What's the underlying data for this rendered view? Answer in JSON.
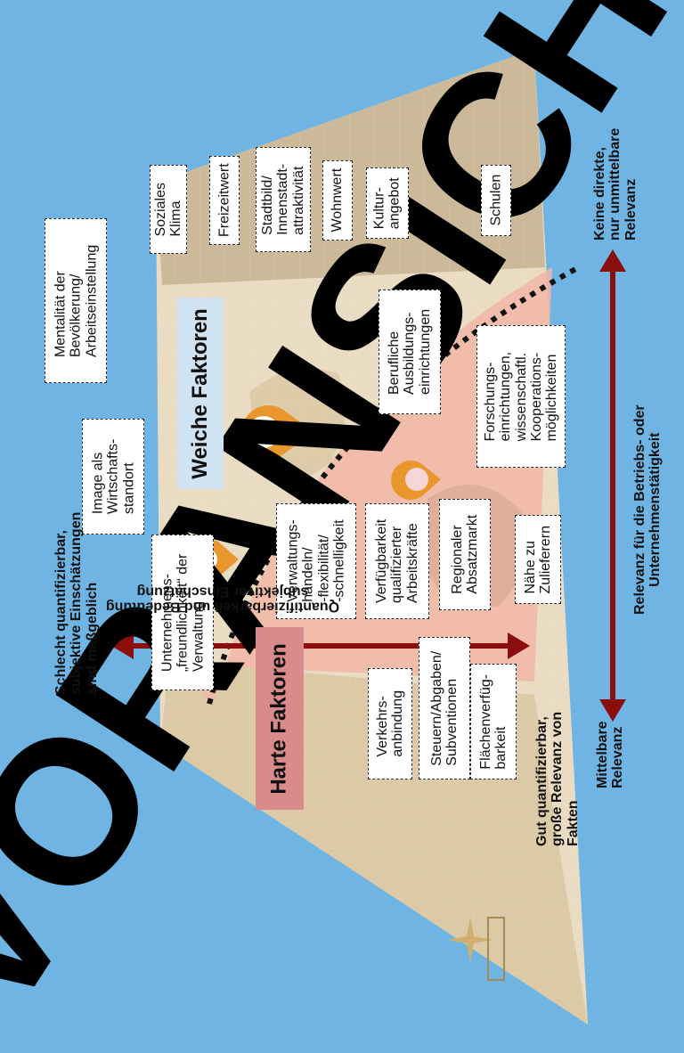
{
  "weiche_label": "Weiche Faktoren",
  "harte_label": "Harte Faktoren",
  "soft_factors": [
    "Soziales\nKlima",
    "Freizeitwert",
    "Stadtbild/\nInnenstadt-\nattraktivität",
    "Wohnwert",
    "Kultur-\nangebot",
    "Schulen",
    "Mentalität der\nBevölkerung/\nArbeitseinstellung",
    "Image als\nWirtschafts-\nstandort",
    "Unternehmens-\n„freundlichkeit“ der\nVerwaltung"
  ],
  "hard_factors": [
    "Berufliche\nAusbildungs-\neinrichtungen",
    "Forschungs-\neinrichtungen,\nwissenschaftl.\nKooperations-\nmöglichkeiten",
    "Verwaltungs-\nhandeln/\n-flexibilität/\n-schnelligkeit",
    "Verfügbarkeit\nqualifizierter\nArbeitskräfte",
    "Regionaler\nAbsatzmarkt",
    "Nähe zu\nZulieferern",
    "Verkehrs-\nanbindung",
    "Steuern/Abgaben/\nSubventionen",
    "Flächenverfüg-\nbarkeit"
  ],
  "axis_quant": {
    "title": "Quantifizierbarkeit und Bedeutung\nsubjektiver Einschätzung",
    "left_end": "Schlecht quantifizierbar,\nsubjektive Einschätzungen\nsind maßgeblich",
    "right_end": "Gut quantifizierbar,\ngroße Relevanz von\nFakten"
  },
  "axis_relevance": {
    "title": "Relevanz für die Betriebs- oder\nUnternehmenstätigkeit",
    "top_end": "Keine direkte,\nnur unmittelbare\nRelevanz",
    "bottom_end": "Mittelbare\nRelevanz"
  },
  "watermark": "VORANSICHT",
  "colors": {
    "background": "#6fb4e2",
    "map": "#eadcc3",
    "hard_zone": "#f2b7a6",
    "arrow": "#8b0e0e",
    "weiche_fill": "#cfe3f3",
    "harte_fill": "#d98a8a",
    "pin": "#e9962c"
  }
}
